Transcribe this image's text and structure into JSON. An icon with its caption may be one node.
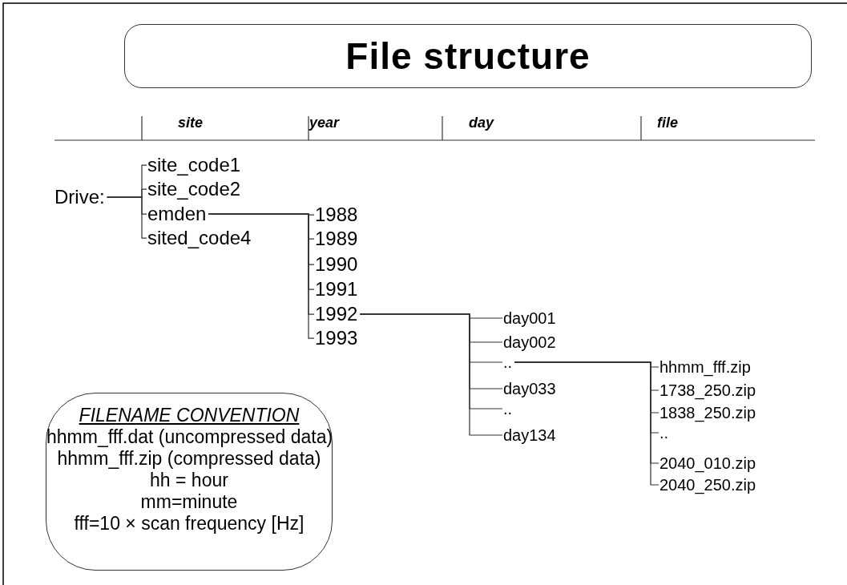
{
  "diagram": {
    "title": "File structure",
    "nodes": [
      {
        "text": [
          "Drive:"
        ]
      },
      {
        "text": [
          "site_code1"
        ]
      },
      {
        "text": [
          "site_code2"
        ]
      },
      {
        "text": [
          "emden"
        ]
      },
      {
        "text": [
          "sited_code4"
        ]
      },
      {
        "text": [
          "1988"
        ]
      },
      {
        "text": [
          "1989"
        ]
      },
      {
        "text": [
          "1990"
        ]
      },
      {
        "text": [
          "1991"
        ]
      },
      {
        "text": [
          "1992"
        ]
      },
      {
        "text": [
          "1993"
        ]
      },
      {
        "text": [
          "day001"
        ]
      },
      {
        "text": [
          "day002"
        ]
      },
      {
        "text": [
          ".."
        ]
      },
      {
        "text": [
          "day033"
        ]
      },
      {
        "text": [
          ".."
        ]
      },
      {
        "text": [
          "day134"
        ]
      },
      {
        "text": [
          "hhmm_fff.zip"
        ]
      },
      {
        "text": [
          "1738_250.zip"
        ]
      },
      {
        "text": [
          "1838_250.zip"
        ]
      },
      {
        "text": [
          ".."
        ]
      },
      {
        "text": [
          "2040_010.zip"
        ]
      },
      {
        "text": [
          "2040_250.zip"
        ]
      },
      {
        "text": [
          "FILENAME CONVENTION",
          "hhmm_fff.dat (uncompressed data)",
          "hhmm_fff.zip (compressed data)",
          "hh = hour",
          "mm=minute",
          "fff=10 × scan frequency [Hz]"
        ]
      }
    ],
    "edges": [
      {
        "from": 0,
        "to": 1,
        "arrow": "none"
      },
      {
        "from": 0,
        "to": 2,
        "arrow": "none"
      },
      {
        "from": 0,
        "to": 3,
        "arrow": "none"
      },
      {
        "from": 0,
        "to": 4,
        "arrow": "none"
      },
      {
        "from": 3,
        "to": 5,
        "arrow": "none"
      },
      {
        "from": 3,
        "to": 6,
        "arrow": "none"
      },
      {
        "from": 3,
        "to": 7,
        "arrow": "none"
      },
      {
        "from": 3,
        "to": 8,
        "arrow": "none"
      },
      {
        "from": 3,
        "to": 9,
        "arrow": "none"
      },
      {
        "from": 3,
        "to": 10,
        "arrow": "none"
      },
      {
        "from": 9,
        "to": 11,
        "arrow": "none"
      },
      {
        "from": 9,
        "to": 12,
        "arrow": "none"
      },
      {
        "from": 9,
        "to": 13,
        "arrow": "none"
      },
      {
        "from": 9,
        "to": 14,
        "arrow": "none"
      },
      {
        "from": 9,
        "to": 15,
        "arrow": "none"
      },
      {
        "from": 9,
        "to": 16,
        "arrow": "none"
      },
      {
        "from": 13,
        "to": 17,
        "arrow": "none"
      },
      {
        "from": 13,
        "to": 18,
        "arrow": "none"
      },
      {
        "from": 13,
        "to": 19,
        "arrow": "none"
      },
      {
        "from": 13,
        "to": 20,
        "arrow": "none"
      },
      {
        "from": 13,
        "to": 21,
        "arrow": "none"
      },
      {
        "from": 13,
        "to": 22,
        "arrow": "none"
      }
    ],
    "labels": [
      "site",
      "year",
      "day",
      "file"
    ]
  }
}
